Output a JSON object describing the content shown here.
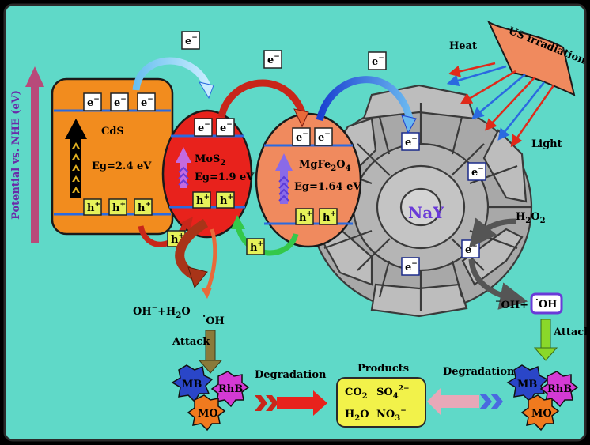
{
  "colors": {
    "background": "#5fd9c8",
    "cds": "#f28c1e",
    "mos2": "#e8221c",
    "mgfe2o4": "#f08a5e",
    "nay_cage": "#9e9e9e",
    "hole": "#e6f25a",
    "electron_box": "#ffffff",
    "products_box": "#f2f24a",
    "mb": "#2a46c8",
    "rhb": "#d43ad4",
    "mo": "#f07a1e",
    "nay_text": "#6a3ad8"
  },
  "axis": {
    "label": "Potential vs. NHE (eV)"
  },
  "electron": "e",
  "electron_charge": "−",
  "hole": "h",
  "hole_charge": "+",
  "cds": {
    "name": "CdS",
    "eg": "Eg=2.4 eV"
  },
  "mos2": {
    "name_main": "MoS",
    "name_sub": "2",
    "eg": "Eg=1.9 eV"
  },
  "mgfe2o4": {
    "p1": "MgFe",
    "s1": "2",
    "p2": "O",
    "s2": "4",
    "eg": "Eg=1.64 eV"
  },
  "nay": {
    "name": "NaY"
  },
  "us": {
    "label": "US irradiation",
    "heat": "Heat",
    "light": "Light"
  },
  "left": {
    "oh_main": "OH",
    "oh_sup": "−",
    "oh_rest": "+H",
    "oh_sub": "2",
    "oh_end": "O",
    "radical_dot": "·",
    "radical": "OH",
    "attack": "Attack",
    "degradation": "Degradation"
  },
  "right": {
    "h2o2_main": "H",
    "h2o2_sub1": "2",
    "h2o2_mid": "O",
    "h2o2_sub2": "2",
    "oh_minus_sup": "−",
    "oh_minus": "OH+",
    "radical_dot": "·",
    "radical": "OH",
    "attack": "Attack",
    "degradation": "Degradation"
  },
  "dyes": {
    "mb": "MB",
    "rhb": "RhB",
    "mo": "MO"
  },
  "products": {
    "title": "Products",
    "co2_main": "CO",
    "co2_sub": "2",
    "so4_main": "SO",
    "so4_sub": "4",
    "so4_sup": "2−",
    "h2o_main": "H",
    "h2o_sub": "2",
    "h2o_end": "O",
    "no3_main": "NO",
    "no3_sub": "3",
    "no3_sup": "−"
  }
}
